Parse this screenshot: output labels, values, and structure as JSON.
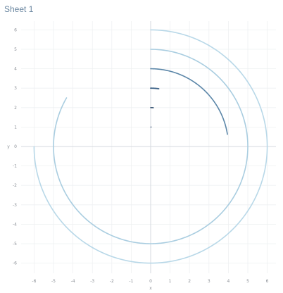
{
  "sheet": {
    "title": "Sheet 1"
  },
  "chart_data": {
    "type": "line",
    "title": "Sheet 1",
    "xlabel": "x",
    "ylabel": "y",
    "xlim": [
      -6.6,
      6.6
    ],
    "ylim": [
      -6.6,
      6.3
    ],
    "xticks": [
      -6,
      -5,
      -4,
      -3,
      -2,
      -1,
      0,
      1,
      2,
      3,
      4,
      5,
      6
    ],
    "yticks": [
      6,
      5,
      4,
      3,
      2,
      1,
      0,
      -1,
      -2,
      -3,
      -4,
      -5,
      -6
    ],
    "grid": true,
    "series": [
      {
        "radius": 1,
        "theta_start_deg": 90,
        "theta_end_deg": 88,
        "color": "#5a6f8a",
        "width": 1.2
      },
      {
        "radius": 2,
        "theta_start_deg": 90,
        "theta_end_deg": 86,
        "color": "#3f5a78",
        "width": 1.6
      },
      {
        "radius": 3,
        "theta_start_deg": 90,
        "theta_end_deg": 82,
        "color": "#3f6388",
        "width": 1.8
      },
      {
        "radius": 4,
        "theta_start_deg": 90,
        "theta_end_deg": 9,
        "color": "#5b86a8",
        "width": 1.6
      },
      {
        "radius": 5,
        "theta_start_deg": 90,
        "theta_end_deg": -210,
        "color": "#a9cde0",
        "width": 1.6
      },
      {
        "radius": 6,
        "theta_start_deg": 90,
        "theta_end_deg": -180,
        "color": "#b8d8e8",
        "width": 1.6
      }
    ]
  }
}
